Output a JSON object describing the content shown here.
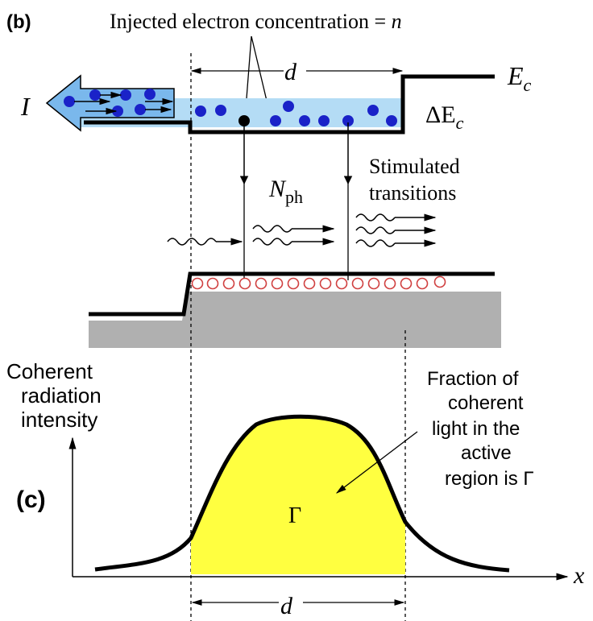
{
  "panel_b": {
    "label": "(b)",
    "injected_label": "Injected electron concentration = ",
    "injected_var": "n",
    "d_label": "d",
    "ec_label": "E",
    "ec_sub": "c",
    "delta_ec_label": "ΔE",
    "delta_ec_sub": "c",
    "current_label": "I",
    "nph_label": "N",
    "nph_sub": "ph",
    "stimulated_line1": "Stimulated",
    "stimulated_line2": "transitions"
  },
  "panel_c": {
    "label": "(c)",
    "ylabel_line1": "Coherent",
    "ylabel_line2": "radiation",
    "ylabel_line3": "intensity",
    "xlabel": "x",
    "gamma_label": "Γ",
    "note_line1": "Fraction of",
    "note_line2": "coherent",
    "note_line3": "light in the",
    "note_line4": "active",
    "note_line5": "region is Γ",
    "d_label": "d"
  },
  "colors": {
    "electron": "#1a22c8",
    "active_region": "#b4dcf5",
    "arrow_fill": "#7ab8ec",
    "hole": "#d04040",
    "valence_fill": "#b0b0b0",
    "profile_fill": "#ffff40"
  }
}
